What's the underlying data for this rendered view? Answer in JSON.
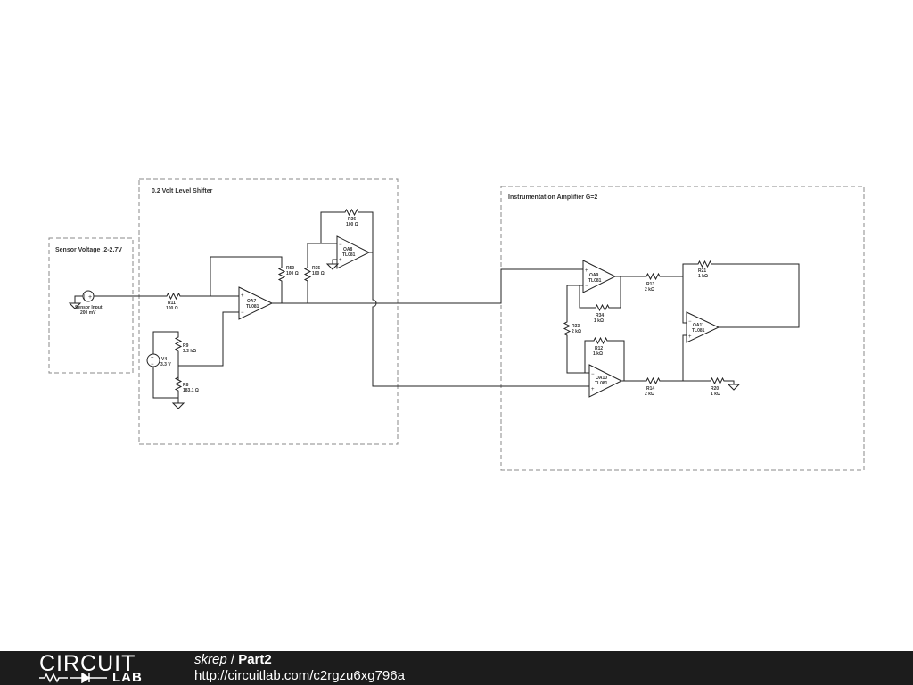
{
  "boxes": {
    "sensor": "Sensor Voltage .2-2.7V",
    "shifter": "0.2 Volt Level Shifter",
    "inamp": "Instrumentation Amplifier G=2"
  },
  "components": {
    "src_name": "Sensor Input",
    "src_val": "200 mV",
    "r11_name": "R11",
    "r11_val": "100 Ω",
    "r36_name": "R36",
    "r36_val": "100 Ω",
    "oa8_name": "OA8",
    "oa8_model": "TL081",
    "r50_name": "R50",
    "r50_val": "100 Ω",
    "r35_name": "R35",
    "r35_val": "100 Ω",
    "oa7_name": "OA7",
    "oa7_model": "TL081",
    "r9_name": "R9",
    "r9_val": "3.3 kΩ",
    "v4_name": "V4",
    "v4_val": "3.3 V",
    "r8_name": "R8",
    "r8_val": "183.1 Ω",
    "oa9_name": "OA9",
    "oa9_model": "TL081",
    "r13_name": "R13",
    "r13_val": "2 kΩ",
    "r21_name": "R21",
    "r21_val": "1 kΩ",
    "r34_name": "R34",
    "r34_val": "1 kΩ",
    "r33_name": "R33",
    "r33_val": "2 kΩ",
    "oa11_name": "OA11",
    "oa11_model": "TL081",
    "r12_name": "R12",
    "r12_val": "1 kΩ",
    "oa10_name": "OA10",
    "oa10_model": "TL081",
    "r14_name": "R14",
    "r14_val": "2 kΩ",
    "r20_name": "R20",
    "r20_val": "1 kΩ"
  },
  "footer": {
    "logo_top": "CIRCUIT",
    "logo_bottom": "LAB",
    "author": "skrep",
    "separator": " / ",
    "circuit_title": "Part2",
    "url": "http://circuitlab.com/c2rgzu6xg796a"
  }
}
